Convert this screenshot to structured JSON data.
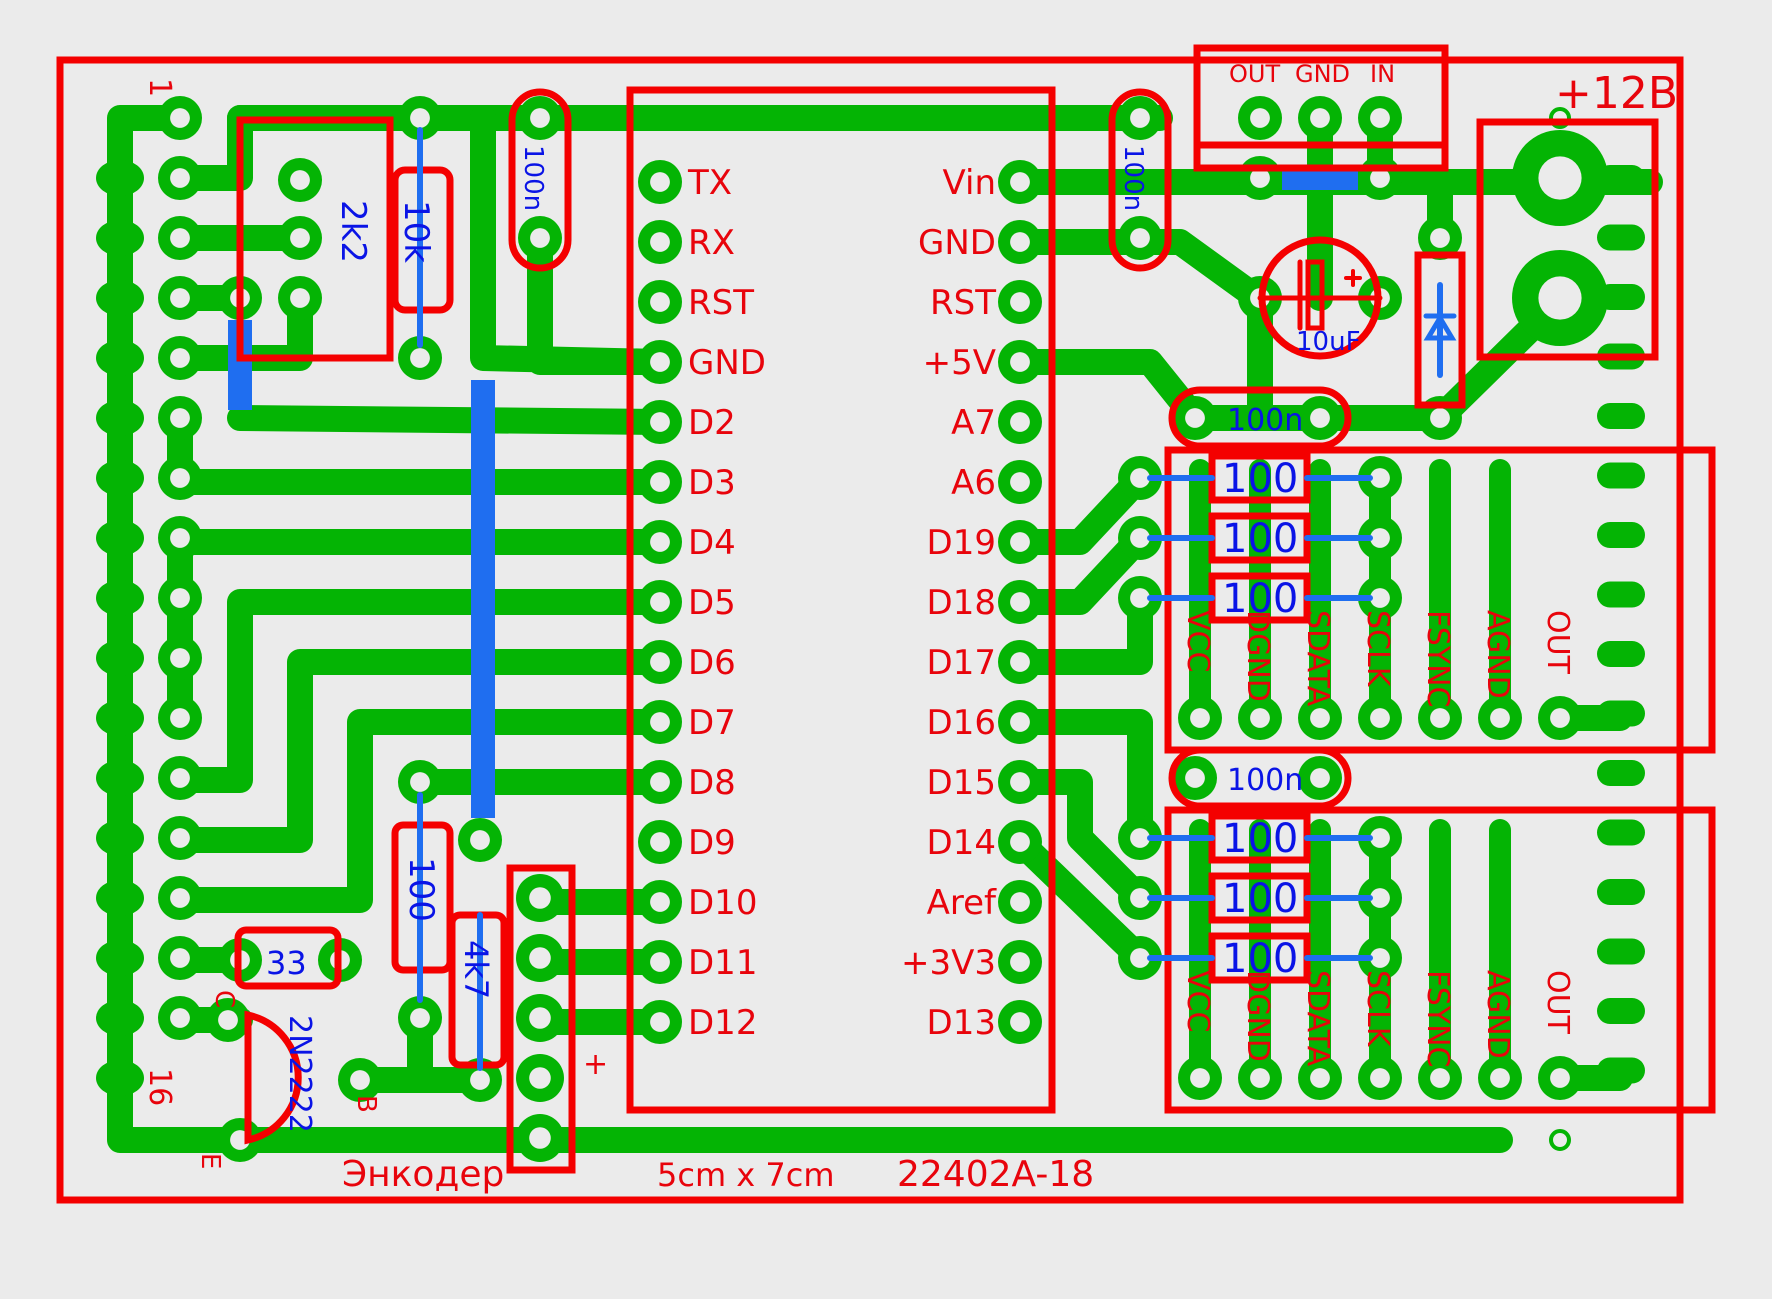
{
  "board": {
    "title": "Энкодер",
    "size_label": "5cm x 7cm",
    "board_id": "22402A-18",
    "connector_first_pin": "1",
    "connector_last_pin": "16",
    "power_label": "+12B",
    "header_plus": "+",
    "colors": {
      "background": "#ebebeb",
      "copper": "#04b404",
      "silkscreen": "#f40000",
      "jumper": "#1f6ef0",
      "component_value": "#0a14e6"
    }
  },
  "arduino": {
    "left_pins": [
      "TX",
      "RX",
      "RST",
      "GND",
      "D2",
      "D3",
      "D4",
      "D5",
      "D6",
      "D7",
      "D8",
      "D9",
      "D10",
      "D11",
      "D12"
    ],
    "right_pins": [
      "Vin",
      "GND",
      "RST",
      "+5V",
      "A7",
      "A6",
      "D19",
      "D18",
      "D17",
      "D16",
      "D15",
      "D14",
      "Aref",
      "+3V3",
      "D13"
    ]
  },
  "regulator": {
    "pins": [
      "OUT",
      "GND",
      "IN"
    ]
  },
  "components": {
    "trimmer": "2k2",
    "r_pullup": "10k",
    "c_decouple_left": "100n",
    "c_decouple_mid": "100n",
    "c_electrolytic": "10uF",
    "c_module1": "100n",
    "c_module2": "100n",
    "r_base": "33",
    "r_series": "100",
    "r_4k7": "4k7",
    "transistor": "2N2222",
    "transistor_pins": [
      "C",
      "B",
      "E"
    ],
    "module_resistor": "100"
  },
  "modules": [
    {
      "pins": [
        "VCC",
        "DGND",
        "SDATA",
        "SCLK",
        "FSYNC",
        "AGND",
        "OUT"
      ],
      "resistors": [
        "100",
        "100",
        "100"
      ]
    },
    {
      "pins": [
        "VCC",
        "DGND",
        "SDATA",
        "SCLK",
        "FSYNC",
        "AGND",
        "OUT"
      ],
      "resistors": [
        "100",
        "100",
        "100"
      ]
    }
  ]
}
